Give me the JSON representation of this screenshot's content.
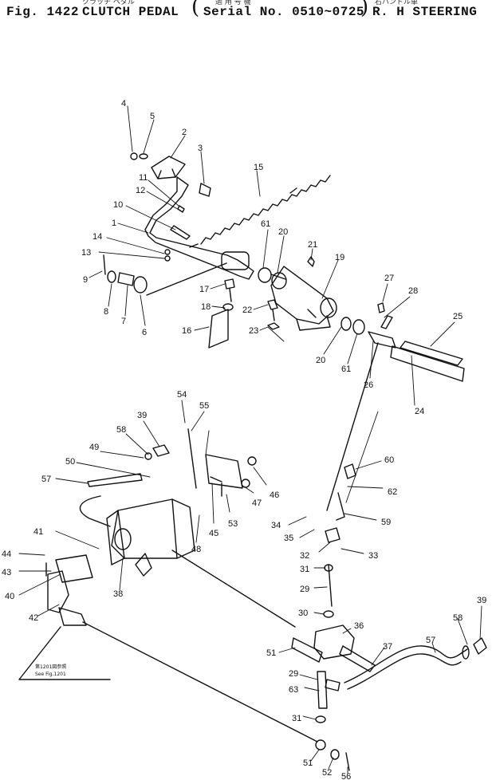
{
  "header": {
    "fig": "Fig. 1422",
    "title": "CLUTCH PEDAL",
    "title_jp": "クラッチ ペダル",
    "serial": "Serial No. 0510~0725",
    "serial_jp": "適 用 号 機",
    "steering": "R. H STEERING",
    "steering_jp": "右ハンドル車"
  },
  "note": {
    "line1": "第1201図参照",
    "line2": "See Fig.1201"
  },
  "part_numbers": [
    "1",
    "2",
    "3",
    "4",
    "5",
    "6",
    "7",
    "8",
    "9",
    "10",
    "11",
    "12",
    "13",
    "14",
    "15",
    "16",
    "17",
    "18",
    "19",
    "20",
    "21",
    "22",
    "23",
    "24",
    "25",
    "26",
    "27",
    "28",
    "29",
    "30",
    "31",
    "32",
    "33",
    "34",
    "35",
    "36",
    "37",
    "38",
    "39",
    "40",
    "41",
    "42",
    "43",
    "44",
    "45",
    "46",
    "47",
    "48",
    "49",
    "50",
    "51",
    "52",
    "53",
    "54",
    "55",
    "56",
    "57",
    "58",
    "59",
    "60",
    "61",
    "62",
    "63"
  ],
  "colors": {
    "ink": "#111111",
    "paper": "#ffffff"
  }
}
